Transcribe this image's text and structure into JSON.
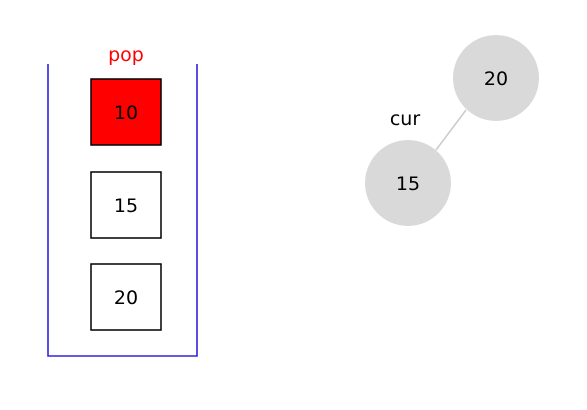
{
  "stack": {
    "label": "pop",
    "items": [
      {
        "value": "10",
        "highlighted": true
      },
      {
        "value": "15",
        "highlighted": false
      },
      {
        "value": "20",
        "highlighted": false
      }
    ]
  },
  "tree": {
    "pointer_label": "cur",
    "nodes": [
      {
        "id": "node-20",
        "value": "20"
      },
      {
        "id": "node-15",
        "value": "15"
      }
    ]
  },
  "colors": {
    "stack_border": "#3322dd",
    "highlight_fill": "#ff0000",
    "highlight_text": "#ff0000",
    "node_fill": "#d9d9d9",
    "edge": "#cccccc",
    "box_border": "#000000"
  }
}
